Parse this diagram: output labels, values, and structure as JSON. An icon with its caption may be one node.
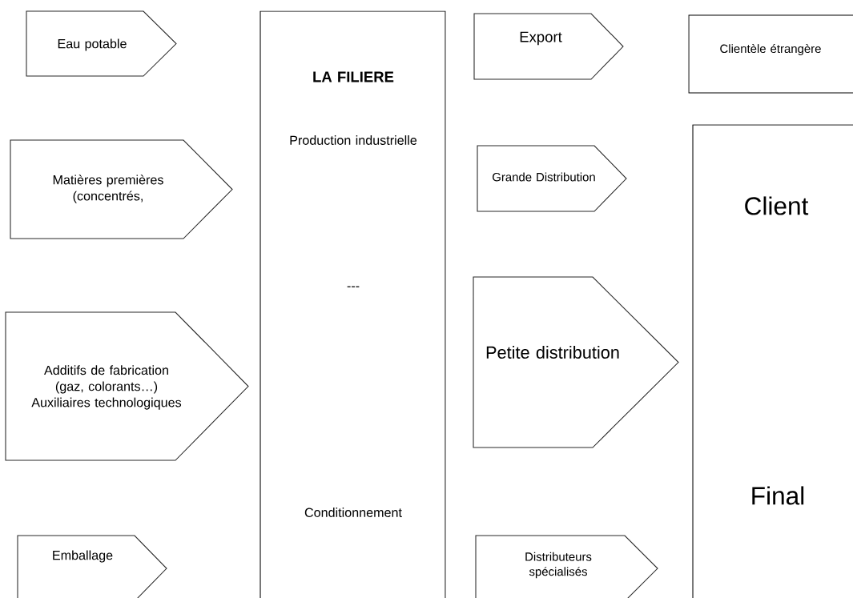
{
  "diagram": {
    "nodes": [
      {
        "text": [
          "Eau potable"
        ]
      },
      {
        "text": [
          "Matières premières (concentrés,"
        ]
      },
      {
        "text": [
          "Additifs de fabrication (gaz, colorants…) Auxiliaires technologiques"
        ]
      },
      {
        "text": [
          "Emballage"
        ]
      },
      {
        "text": [
          "LA FILIERE",
          "Production industrielle",
          "---",
          "Conditionnement"
        ]
      },
      {
        "text": [
          "Export"
        ]
      },
      {
        "text": [
          "Clientèle étrangère"
        ]
      },
      {
        "text": [
          "Grande Distribution"
        ]
      },
      {
        "text": [
          "Petite distribution"
        ]
      },
      {
        "text": [
          "Client",
          "Final"
        ]
      },
      {
        "text": [
          "Distributeurs spécialisés"
        ]
      }
    ]
  }
}
